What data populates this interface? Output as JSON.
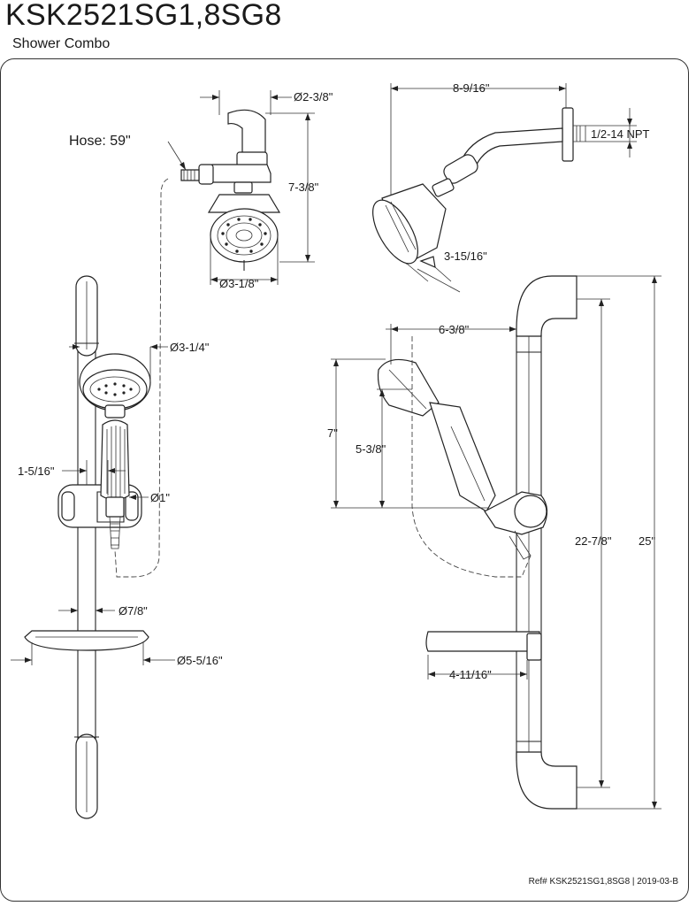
{
  "header": {
    "model": "KSK2521SG1,8SG8",
    "product_type": "Shower Combo"
  },
  "footer": {
    "reference": "Ref# KSK2521SG1,8SG8 | 2019-03-B"
  },
  "dimensions": {
    "hose_length": "Hose: 59\"",
    "diverter_diameter": "Ø2-3/8\"",
    "diverter_height": "7-3/8\"",
    "showerhead_face_diameter": "Ø3-1/8\"",
    "arm_length": "8-9/16\"",
    "arm_thread": "1/2-14 NPT",
    "showerhead_depth": "3-15/16\"",
    "handshower_face_diameter": "Ø3-1/4\"",
    "bar_offset": "1-5/16\"",
    "handle_diameter": "Ø1\"",
    "bar_diameter": "Ø7/8\"",
    "soap_dish_width": "Ø5-5/16\"",
    "handshower_reach": "6-3/8\"",
    "handshower_height": "7\"",
    "handshower_drop": "5-3/8\"",
    "soap_dish_depth": "4-11/16\"",
    "slide_travel": "22-7/8\"",
    "bar_length": "25\""
  }
}
